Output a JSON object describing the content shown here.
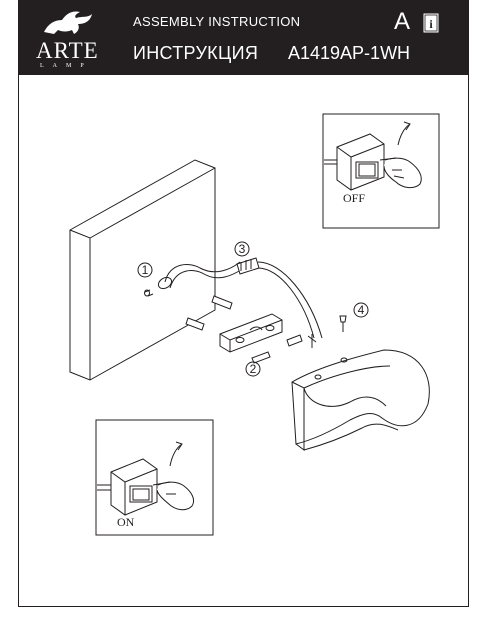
{
  "header": {
    "brand": "ARTE",
    "brand_sub": "LAMP",
    "title_en": "ASSEMBLY INSTRUCTION",
    "title_ru": "ИНСТРУКЦИЯ",
    "model": "A1419AP-1WH",
    "letter": "A",
    "info_glyph": "i"
  },
  "diagram": {
    "off_label": "OFF",
    "on_label": "ON",
    "callouts": [
      "①",
      "②",
      "③",
      "④"
    ]
  }
}
